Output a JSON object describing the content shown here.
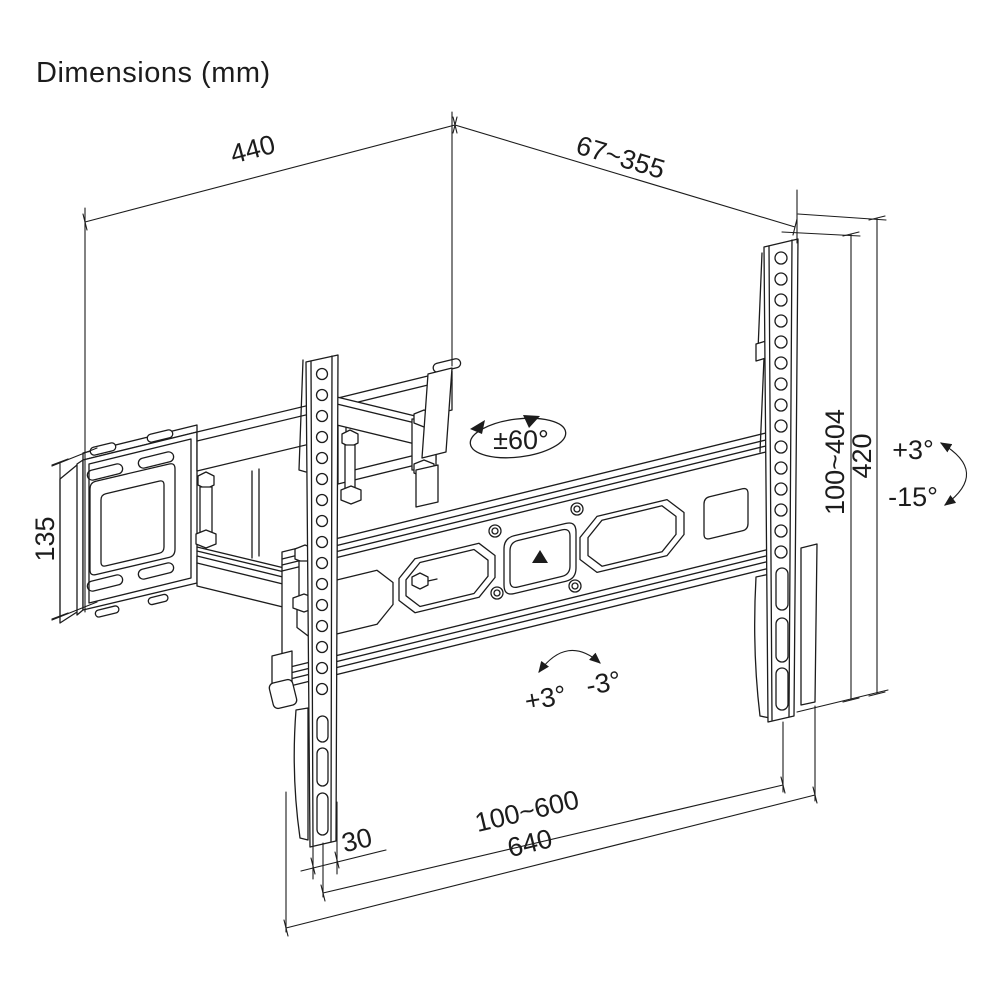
{
  "title": "Dimensions (mm)",
  "diagram": {
    "subject": "articulating-tv-wall-mount-technical-drawing",
    "units": "mm",
    "dimensions": {
      "wall_plate_width": "440",
      "extension_range": "67~355",
      "wall_plate_height": "135",
      "vesa_height_range": "100~404",
      "bracket_height": "420",
      "rail_offset": "30",
      "vesa_width_range": "100~600",
      "bracket_width": "640"
    },
    "angles": {
      "swivel_range": "±60°",
      "tilt_up": "+3°",
      "tilt_down": "-15°",
      "level_adjust_pos": "+3°",
      "level_adjust_neg": "-3°"
    },
    "line_color": "#1c1c1c",
    "background_color": "#ffffff"
  }
}
